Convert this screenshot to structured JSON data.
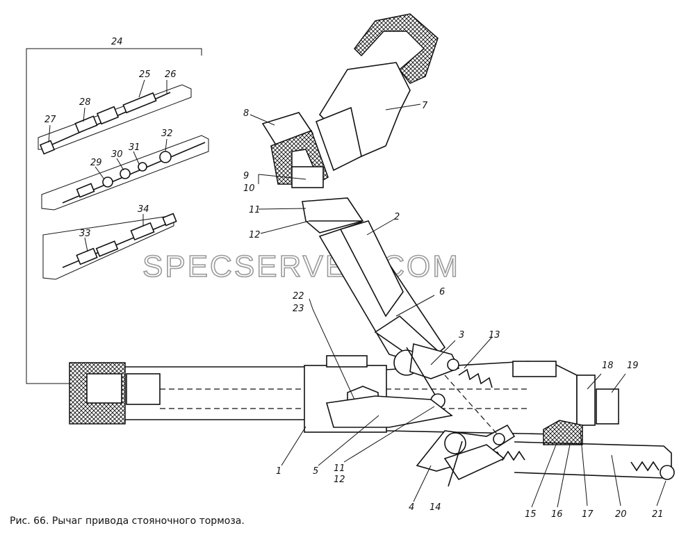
{
  "figure": {
    "caption": "Рис. 66. Рычаг привода стояночного тормоза.",
    "watermark": "SPECSERVER.COM"
  },
  "callouts": {
    "l1": "1",
    "l2": "2",
    "l3": "3",
    "l4": "4",
    "l5": "5",
    "l6": "6",
    "l7": "7",
    "l8": "8",
    "l9": "9",
    "l10": "10",
    "l11a": "11",
    "l11b": "11",
    "l12a": "12",
    "l12b": "12",
    "l13": "13",
    "l14": "14",
    "l15": "15",
    "l16": "16",
    "l17": "17",
    "l18": "18",
    "l19": "19",
    "l20": "20",
    "l21": "21",
    "l22": "22",
    "l23": "23",
    "l24": "24",
    "l25": "25",
    "l26": "26",
    "l27": "27",
    "l28": "28",
    "l29": "29",
    "l30": "30",
    "l31": "31",
    "l32": "32",
    "l33": "33",
    "l34": "34"
  }
}
